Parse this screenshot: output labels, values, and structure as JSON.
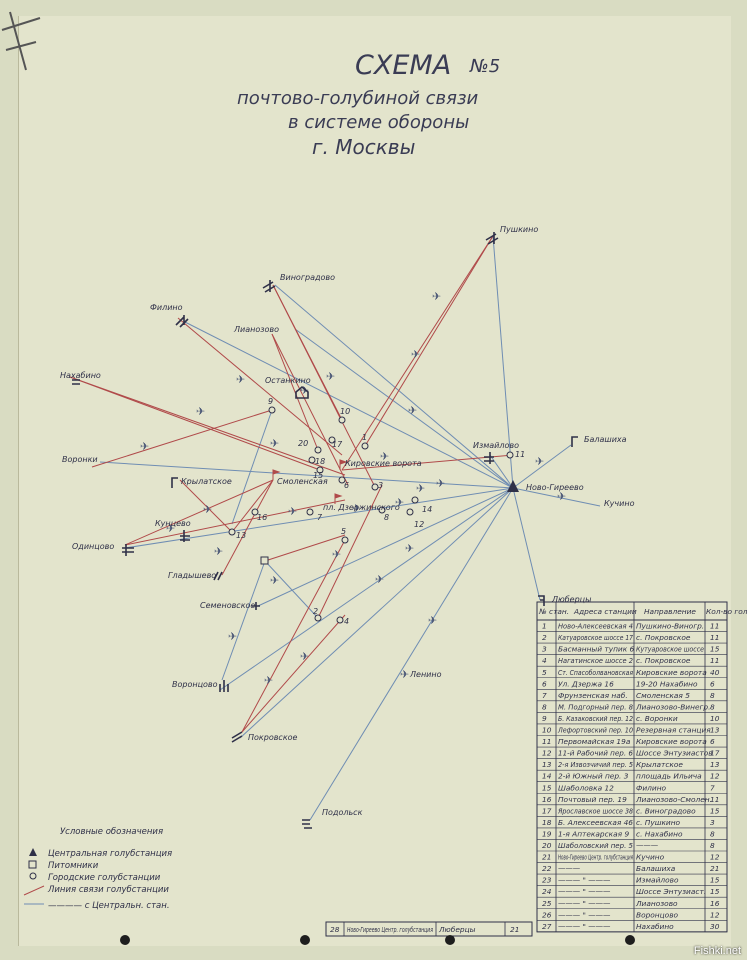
{
  "title": {
    "line1": "СХЕМА",
    "number": "№5",
    "line2": "почтово-голубиной связи",
    "line3": "в системе обороны",
    "line4": "г. Москвы"
  },
  "places": {
    "pushkino": "Пушкино",
    "vinogradovo": "Виноградово",
    "filino": "Филино",
    "lianozovo": "Лианозово",
    "ostankino": "Останкино",
    "nakhabino": "Нахабино",
    "vorontsy": "Воронки",
    "izmailovo": "Измайлово",
    "balashikha": "Балашиха",
    "novogireevo": "Ново-Гиреево",
    "kuchino": "Кучино",
    "krylatskoe": "Крылатское",
    "kuntsevo": "Кунцево",
    "odintsovo": "Одинцово",
    "glady": "Гладышево",
    "semenovskoe": "Семеновское",
    "vorontsovo": "Воронцово",
    "lenino": "Ленино",
    "pokrovskoe": "Покровское",
    "podolsk": "Подольск",
    "lyubertsy": "Люберцы",
    "kirovskie": "Кировские ворота",
    "smolenskaya": "Смоленская",
    "pl_dzerzh": "пл. Дзержинского"
  },
  "table": {
    "headers": [
      "№ стан.",
      "Адреса станции",
      "Направление",
      "Кол-во голубей"
    ],
    "rows": [
      [
        "1",
        "Ново-Алексеевская 4",
        "Пушкино-Виногр.",
        "11"
      ],
      [
        "2",
        "Катуаровское шоссе 17",
        "с. Покровское",
        "11"
      ],
      [
        "3",
        "Басманный тупик 6",
        "Кутуаровское шоссе",
        "15"
      ],
      [
        "4",
        "Нагатинское шоссе 2",
        "с. Покровское",
        "11"
      ],
      [
        "5",
        "Ст. Спасоболвановская",
        "Кировские ворота",
        "40"
      ],
      [
        "6",
        "Ул. Дзержа 16",
        "19-20 Нахабино",
        "6"
      ],
      [
        "7",
        "Фрунзенская наб.",
        "Смоленская 5",
        "8"
      ],
      [
        "8",
        "М. Подгорный пер. 8",
        "Лианозово-Винегр.",
        "8"
      ],
      [
        "9",
        "Б. Казаковский пер. 12",
        "с. Воронки",
        "10"
      ],
      [
        "10",
        "Лефортовский пер. 10",
        "Резервная станция",
        "13"
      ],
      [
        "11",
        "Первомайская 19а",
        "Кировские ворота",
        "6"
      ],
      [
        "12",
        "11-й Рабочий пер. 6",
        "Шоссе Энтузиастов",
        "17"
      ],
      [
        "13",
        "2-я Извозчичий пер. 5",
        "Крылатское",
        "13"
      ],
      [
        "14",
        "2-й Южный пер. 3",
        "площадь Ильича",
        "12"
      ],
      [
        "15",
        "Шаболовка 12",
        "Филино",
        "7"
      ],
      [
        "16",
        "Почтовый пер. 19",
        "Лианозово-Смолен.",
        "11"
      ],
      [
        "17",
        "Ярославское шоссе 38",
        "с. Виноградово",
        "15"
      ],
      [
        "18",
        "Б. Алексеевская 46",
        "с. Пушкино",
        "3"
      ],
      [
        "19",
        "1-я Аптекарская 9",
        "с. Нахабино",
        "8"
      ],
      [
        "20",
        "Шаболовский пер. 5",
        "———",
        "8"
      ],
      [
        "21",
        "Ново-Гиреево Центр. голубстанция",
        "Кучино",
        "12"
      ],
      [
        "22",
        "———",
        "Балашиха",
        "21"
      ],
      [
        "23",
        "——— \" ———",
        "Измайлово",
        "15"
      ],
      [
        "24",
        "——— \" ———",
        "Шоссе Энтузиаст.",
        "15"
      ],
      [
        "25",
        "——— \" ———",
        "Лианозово",
        "16"
      ],
      [
        "26",
        "——— \" ———",
        "Воронцово",
        "12"
      ],
      [
        "27",
        "——— \" ———",
        "Нахабино",
        "30"
      ],
      [
        "28",
        "Ново-Гиреево Центр. голубстанция",
        "Люберцы",
        "21"
      ]
    ]
  },
  "legend": {
    "title": "Условные обозначения",
    "items": [
      "Центральная голубстанция",
      "Питомники",
      "Городские голубстанции",
      "Линия связи голубстанции",
      "———— с Центральн. стан."
    ]
  },
  "watermark": "Fishki.net",
  "colors": {
    "red_line": "#b04a4a",
    "blue_line": "#6f8db3",
    "ink": "#2f3048",
    "paper": "#e3e4cc"
  }
}
